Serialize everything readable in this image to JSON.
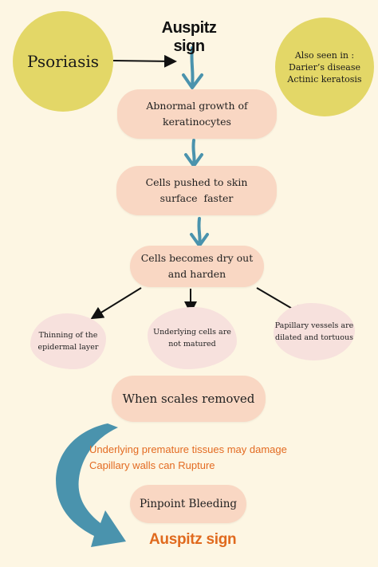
{
  "title_top": "Auspitz sign",
  "psoriasis": "Psoriasis",
  "also_seen": {
    "heading": "Also seen in :",
    "items": [
      "Darier’s disease",
      "Actinic keratosis"
    ]
  },
  "steps": {
    "abnormal_growth": [
      "Abnormal growth of",
      "keratinocytes"
    ],
    "cells_pushed": [
      "Cells pushed to skin",
      "surface  faster"
    ],
    "cells_dry": [
      "Cells becomes dry out",
      "and harden"
    ]
  },
  "effects": {
    "thinning": [
      "Thinning of the",
      "epidermal layer"
    ],
    "underlying": [
      "Underlying cells are",
      "not matured"
    ],
    "capillary": [
      "Papillary vessels are",
      "dilated and tortuous"
    ]
  },
  "scales_removed": "When scales removed",
  "notes": [
    "Underlying premature tissues may damage",
    "Capillary walls can Rupture"
  ],
  "pinpoint": "Pinpoint Bleeding",
  "title_bottom": "Auspitz sign",
  "colors": {
    "background": "#fdf6e3",
    "circle": "#e3d767",
    "pill": "#f9d7c3",
    "blob": "#f7e1dd",
    "teal_arrow": "#4a93ad",
    "accent_orange": "#e06a1e"
  }
}
